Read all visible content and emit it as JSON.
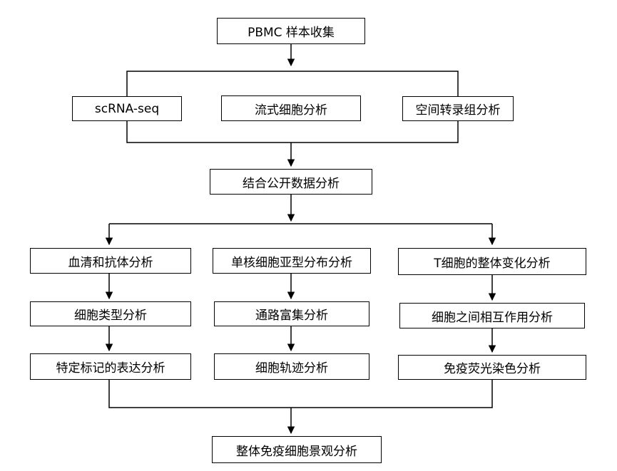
{
  "flowchart": {
    "top": "PBMC 样本收集",
    "methods": [
      "scRNA-seq",
      "流式细胞分析",
      "空间转录组分析"
    ],
    "integration": "结合公开数据分析",
    "columns": [
      [
        "血清和抗体分析",
        "细胞类型分析",
        "特定标记的表达分析"
      ],
      [
        "单核细胞亚型分布分析",
        "通路富集分析",
        "细胞轨迹分析"
      ],
      [
        "T细胞的整体变化分析",
        "细胞之间相互作用分析",
        "免疫荧光染色分析"
      ]
    ],
    "final": "整体免疫细胞景观分析"
  }
}
